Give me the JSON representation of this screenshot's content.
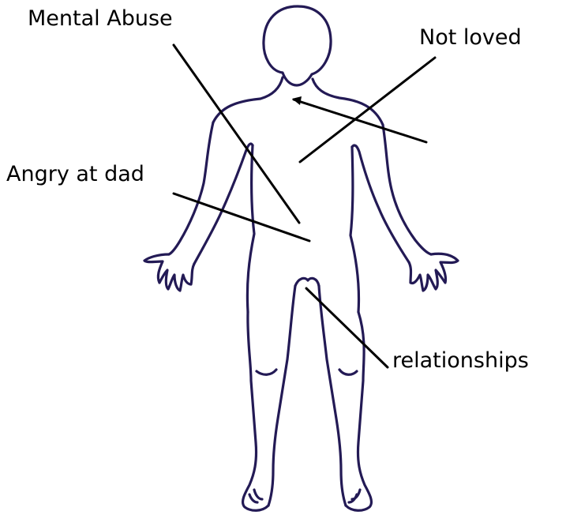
{
  "labels": {
    "mental_abuse": "Mental Abuse",
    "not_loved": "Not loved",
    "angry_at_dad": "Angry at dad",
    "relationships": "relationships"
  },
  "colors": {
    "outline": "#231a55",
    "pointer": "#000000",
    "background": "#ffffff"
  }
}
